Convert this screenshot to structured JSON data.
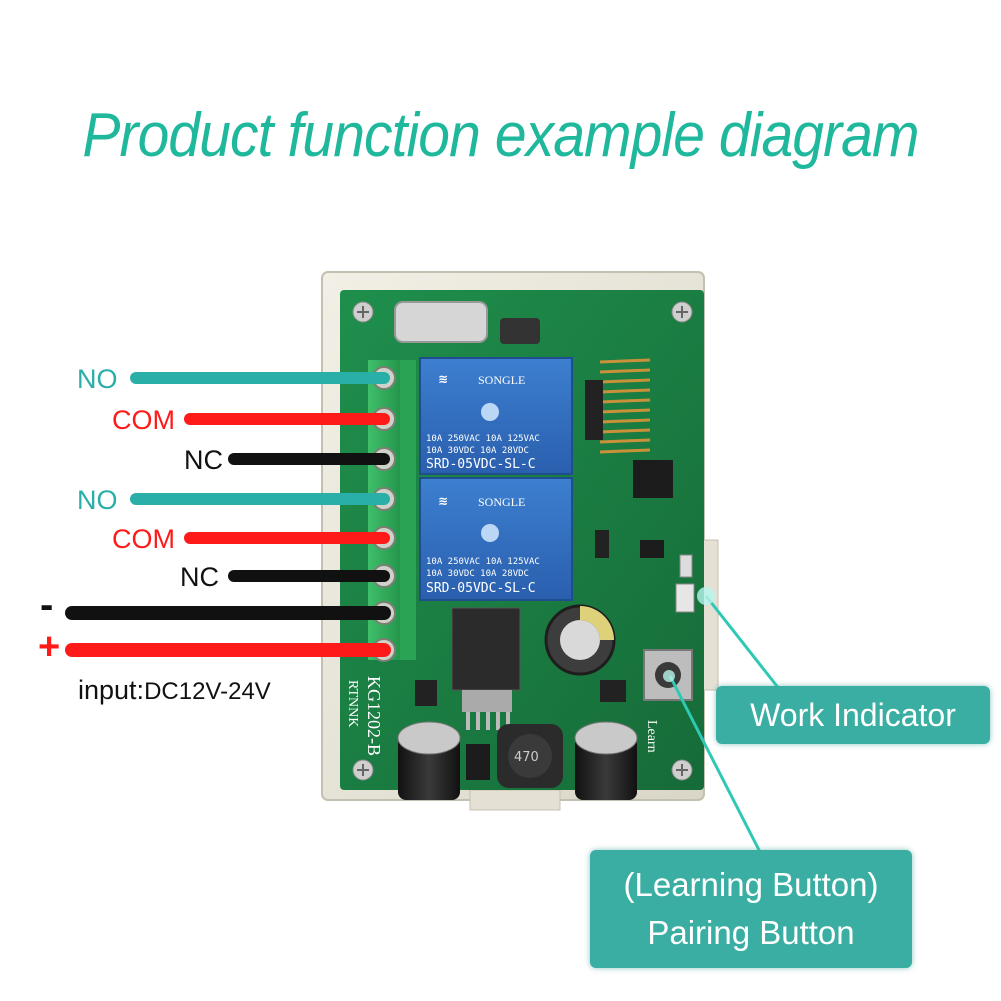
{
  "title": "Product function example diagram",
  "colors": {
    "accent": "#1fb89c",
    "teal_wire": "#2aaea8",
    "red": "#ff1a1a",
    "black": "#111111",
    "callout_bg": "#3aaea3"
  },
  "wires": [
    {
      "label": "NO",
      "color": "teal"
    },
    {
      "label": "COM",
      "color": "red"
    },
    {
      "label": "NC",
      "color": "black"
    },
    {
      "label": "NO",
      "color": "teal"
    },
    {
      "label": "COM",
      "color": "red"
    },
    {
      "label": "NC",
      "color": "black"
    },
    {
      "label": "-",
      "color": "black"
    },
    {
      "label": "+",
      "color": "red"
    }
  ],
  "input_label": "input:",
  "input_value": "DC12V-24V",
  "board": {
    "model_text": "KG1202-B",
    "brand_text": "RTNNK",
    "learn_text": "Learn",
    "relay_brand": "SONGLE",
    "relay_rating_1": "10A 250VAC  10A 125VAC",
    "relay_rating_2": "10A  30VDC  10A  28VDC",
    "relay_model": "SRD-05VDC-SL-C",
    "inductor_text": "470"
  },
  "callouts": {
    "work_indicator": "Work Indicator",
    "pairing_line1": "(Learning Button)",
    "pairing_line2": "Pairing Button"
  }
}
